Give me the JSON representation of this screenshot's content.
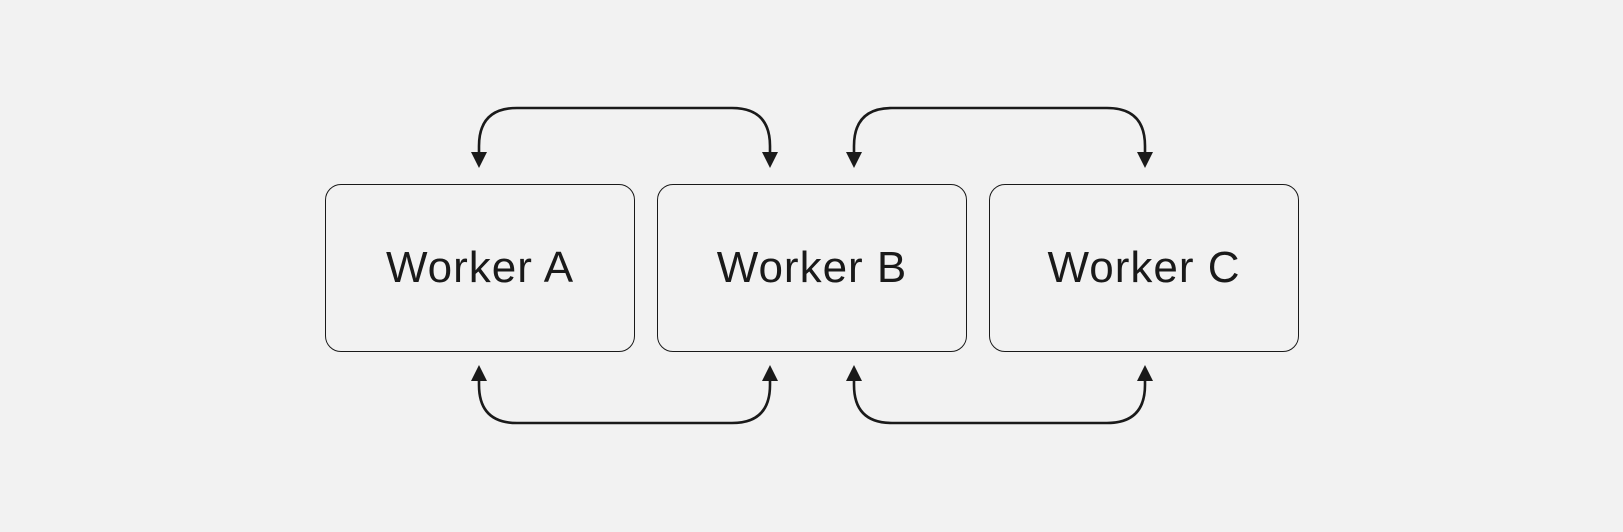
{
  "diagram": {
    "workers": [
      {
        "id": "a",
        "label": "Worker A"
      },
      {
        "id": "b",
        "label": "Worker B"
      },
      {
        "id": "c",
        "label": "Worker C"
      }
    ],
    "connections": [
      {
        "from": "Worker A",
        "to": "Worker B",
        "side": "top",
        "direction": "bidirectional"
      },
      {
        "from": "Worker B",
        "to": "Worker C",
        "side": "top",
        "direction": "bidirectional"
      },
      {
        "from": "Worker A",
        "to": "Worker B",
        "side": "bottom",
        "direction": "bidirectional"
      },
      {
        "from": "Worker B",
        "to": "Worker C",
        "side": "bottom",
        "direction": "bidirectional"
      }
    ],
    "colors": {
      "background": "#f2f2f2",
      "stroke": "#1a1a1a"
    }
  }
}
